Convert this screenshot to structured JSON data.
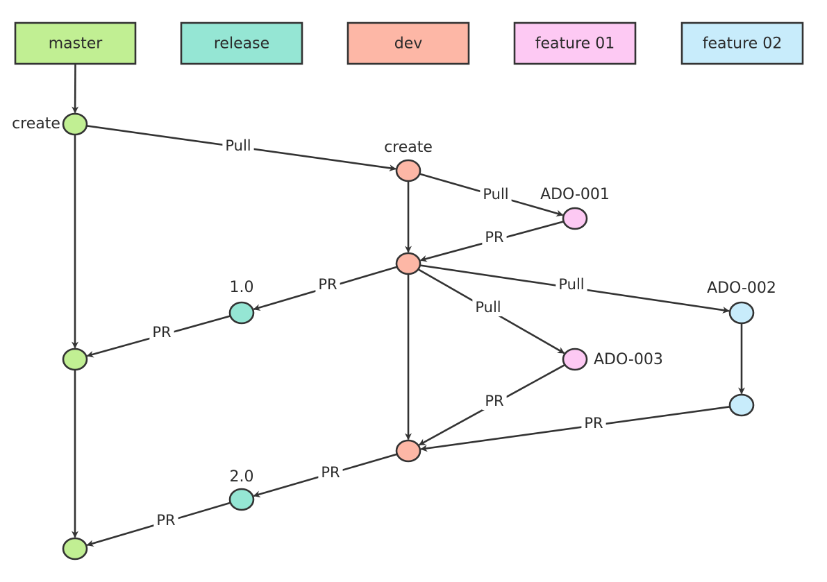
{
  "lanes": [
    {
      "id": "master",
      "label": "master",
      "color": "#c1ef93"
    },
    {
      "id": "release",
      "label": "release",
      "color": "#95e6d4"
    },
    {
      "id": "dev",
      "label": "dev",
      "color": "#fdb7a6"
    },
    {
      "id": "feature01",
      "label": "feature 01",
      "color": "#fdc9f3"
    },
    {
      "id": "feature02",
      "label": "feature 02",
      "color": "#c8ecfb"
    }
  ],
  "nodes": [
    {
      "id": "m1",
      "lane": "master",
      "label": "create"
    },
    {
      "id": "m2",
      "lane": "master",
      "label": ""
    },
    {
      "id": "m3",
      "lane": "master",
      "label": ""
    },
    {
      "id": "r1",
      "lane": "release",
      "label": "1.0"
    },
    {
      "id": "r2",
      "lane": "release",
      "label": "2.0"
    },
    {
      "id": "d1",
      "lane": "dev",
      "label": "create"
    },
    {
      "id": "d2",
      "lane": "dev",
      "label": ""
    },
    {
      "id": "d3",
      "lane": "dev",
      "label": ""
    },
    {
      "id": "f1",
      "lane": "feature01",
      "label": "ADO-001"
    },
    {
      "id": "f3",
      "lane": "feature01",
      "label": "ADO-003"
    },
    {
      "id": "g1",
      "lane": "feature02",
      "label": "ADO-002"
    },
    {
      "id": "g2",
      "lane": "feature02",
      "label": ""
    }
  ],
  "edges": [
    {
      "id": "e-master-m1",
      "from": "lane:master",
      "to": "m1",
      "label": ""
    },
    {
      "id": "e-m1-m2",
      "from": "m1",
      "to": "m2",
      "label": ""
    },
    {
      "id": "e-m2-m3",
      "from": "m2",
      "to": "m3",
      "label": ""
    },
    {
      "id": "e-m1-d1",
      "from": "m1",
      "to": "d1",
      "label": "Pull"
    },
    {
      "id": "e-d1-f1",
      "from": "d1",
      "to": "f1",
      "label": "Pull"
    },
    {
      "id": "e-f1-d2",
      "from": "f1",
      "to": "d2",
      "label": "PR"
    },
    {
      "id": "e-d1-d2",
      "from": "d1",
      "to": "d2",
      "label": ""
    },
    {
      "id": "e-d2-r1",
      "from": "d2",
      "to": "r1",
      "label": "PR"
    },
    {
      "id": "e-r1-m2",
      "from": "r1",
      "to": "m2",
      "label": "PR"
    },
    {
      "id": "e-d2-g1",
      "from": "d2",
      "to": "g1",
      "label": "Pull"
    },
    {
      "id": "e-d2-f3",
      "from": "d2",
      "to": "f3",
      "label": "Pull"
    },
    {
      "id": "e-d2-d3",
      "from": "d2",
      "to": "d3",
      "label": ""
    },
    {
      "id": "e-f3-d3",
      "from": "f3",
      "to": "d3",
      "label": "PR"
    },
    {
      "id": "e-g1-g2",
      "from": "g1",
      "to": "g2",
      "label": ""
    },
    {
      "id": "e-g2-d3",
      "from": "g2",
      "to": "d3",
      "label": "PR"
    },
    {
      "id": "e-d3-r2",
      "from": "d3",
      "to": "r2",
      "label": "PR"
    },
    {
      "id": "e-r2-m3",
      "from": "r2",
      "to": "m3",
      "label": "PR"
    }
  ],
  "colors": {
    "stroke": "#333333",
    "text": "#2b2b2b"
  }
}
